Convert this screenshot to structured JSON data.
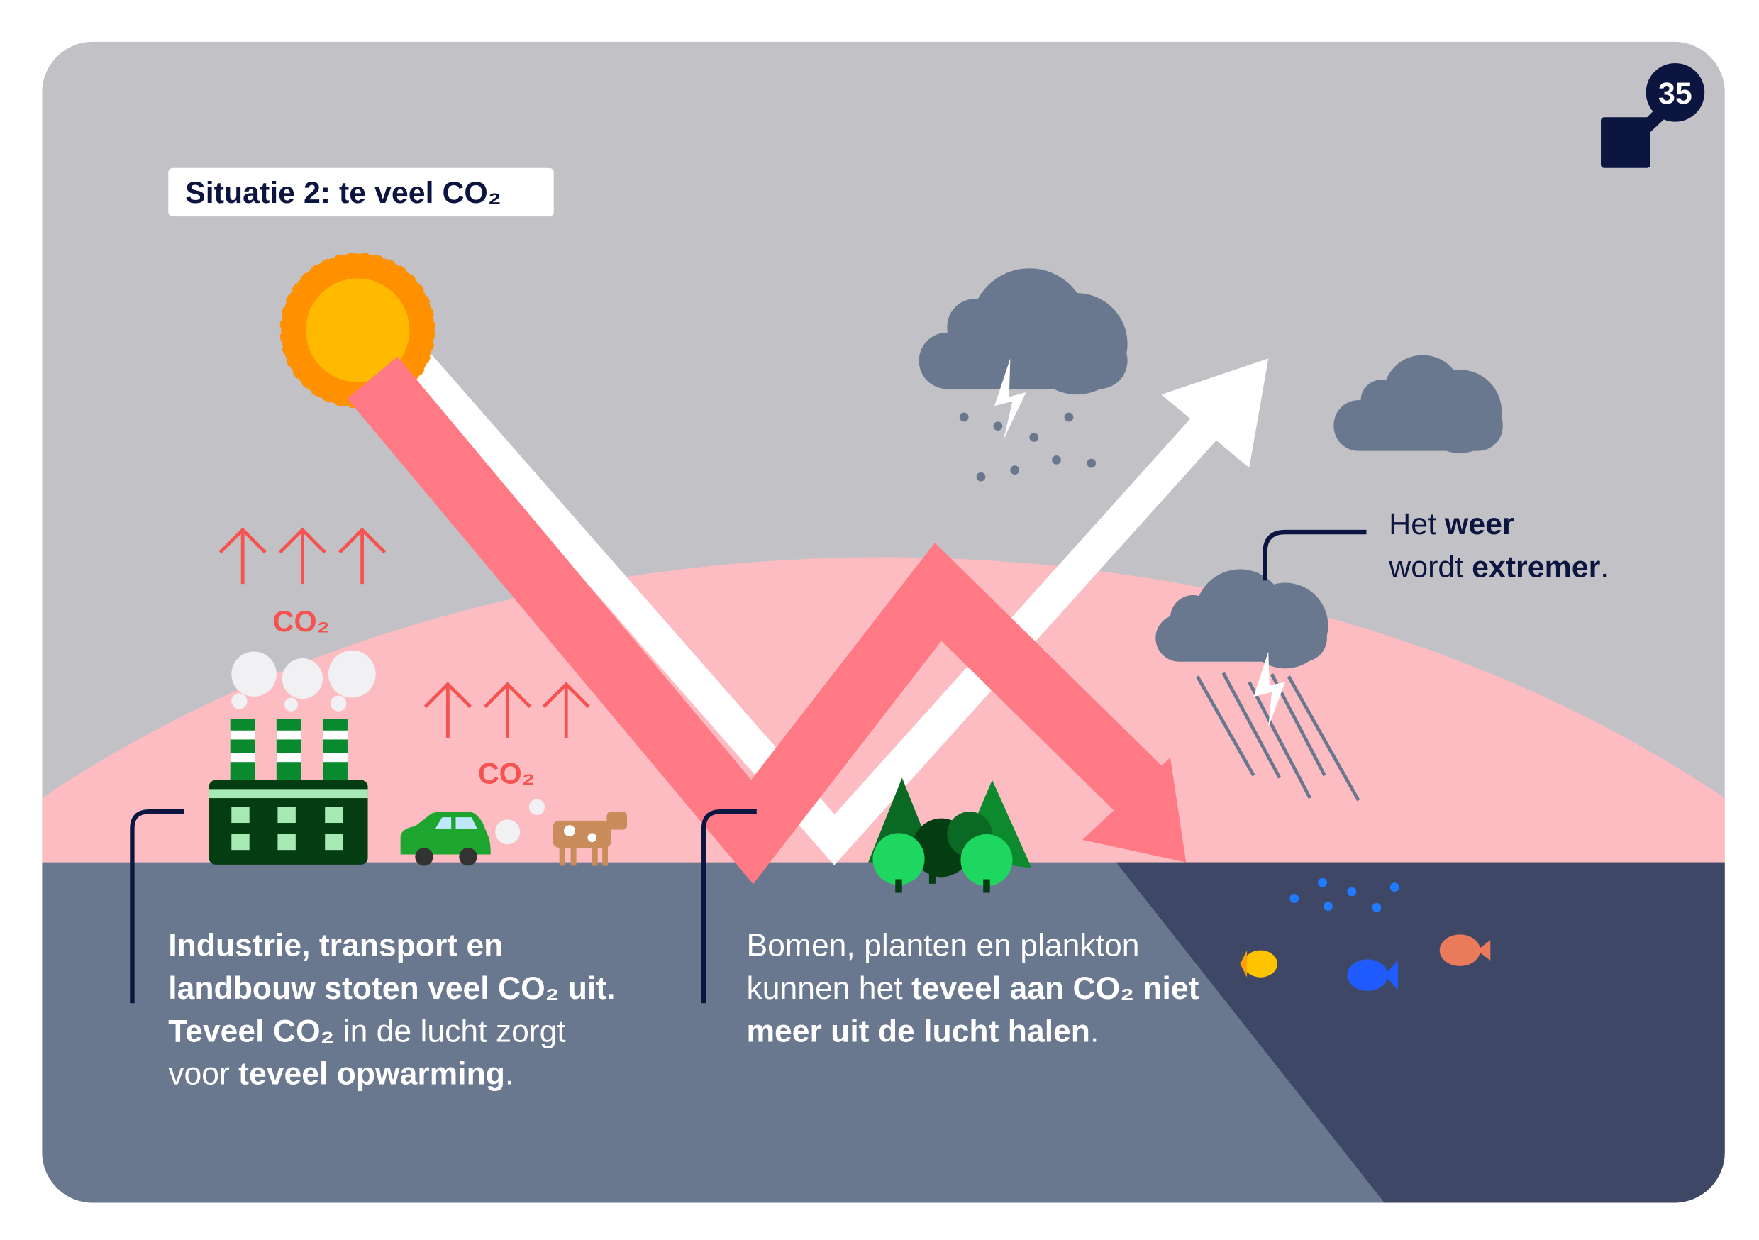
{
  "page_number": "35",
  "title": "Situatie 2: te veel CO₂",
  "co2_label": "CO₂",
  "weather": {
    "line1_a": "Het ",
    "line1_b": "weer",
    "line2_a": "wordt ",
    "line2_b": "extremer",
    "line2_c": "."
  },
  "left_text": {
    "l1": "Industrie, transport en",
    "l2": "landbouw stoten veel CO₂ uit.",
    "l3_b": "Teveel CO₂",
    "l3_r": " in de lucht zorgt",
    "l4_r": "voor ",
    "l4_b": "teveel opwarming",
    "l4_e": "."
  },
  "mid_text": {
    "l1": "Bomen, planten en plankton",
    "l2_r": "kunnen het ",
    "l2_b": "teveel aan CO₂ niet",
    "l3_b": "meer uit de lucht halen",
    "l3_e": "."
  },
  "colors": {
    "sky": "#c1c1c6",
    "atmosphere": "#fcbcc1",
    "ground": "#69788f",
    "ocean": "#3e4866",
    "arrow": "#ff7a85",
    "navy": "#0b1540",
    "sun": "#ffba00"
  }
}
